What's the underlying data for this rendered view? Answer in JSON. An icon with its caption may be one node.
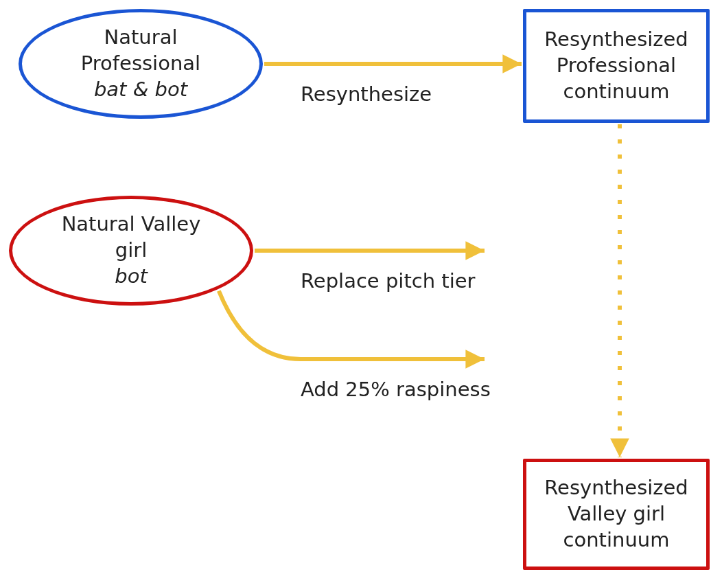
{
  "diagram": {
    "nodes": [
      {
        "text": [
          "Natural Professional",
          "bat & bot"
        ]
      },
      {
        "text": [
          "Resynthesized Professional continuum"
        ]
      },
      {
        "text": [
          "Natural Valley girl",
          "bot"
        ]
      },
      {
        "text": [
          "Resynthesized Valley girl continuum"
        ]
      }
    ],
    "edges": [
      {
        "from": 0,
        "to": 1,
        "arrow": "to",
        "label": "Resynthesize"
      },
      {
        "from": 2,
        "to": null,
        "arrow": "to",
        "label": "Replace pitch tier"
      },
      {
        "from": 2,
        "to": null,
        "arrow": "to",
        "label": "Add 25% raspiness"
      },
      {
        "from": 1,
        "to": 3,
        "arrow": "to",
        "style": "dashed"
      }
    ]
  }
}
